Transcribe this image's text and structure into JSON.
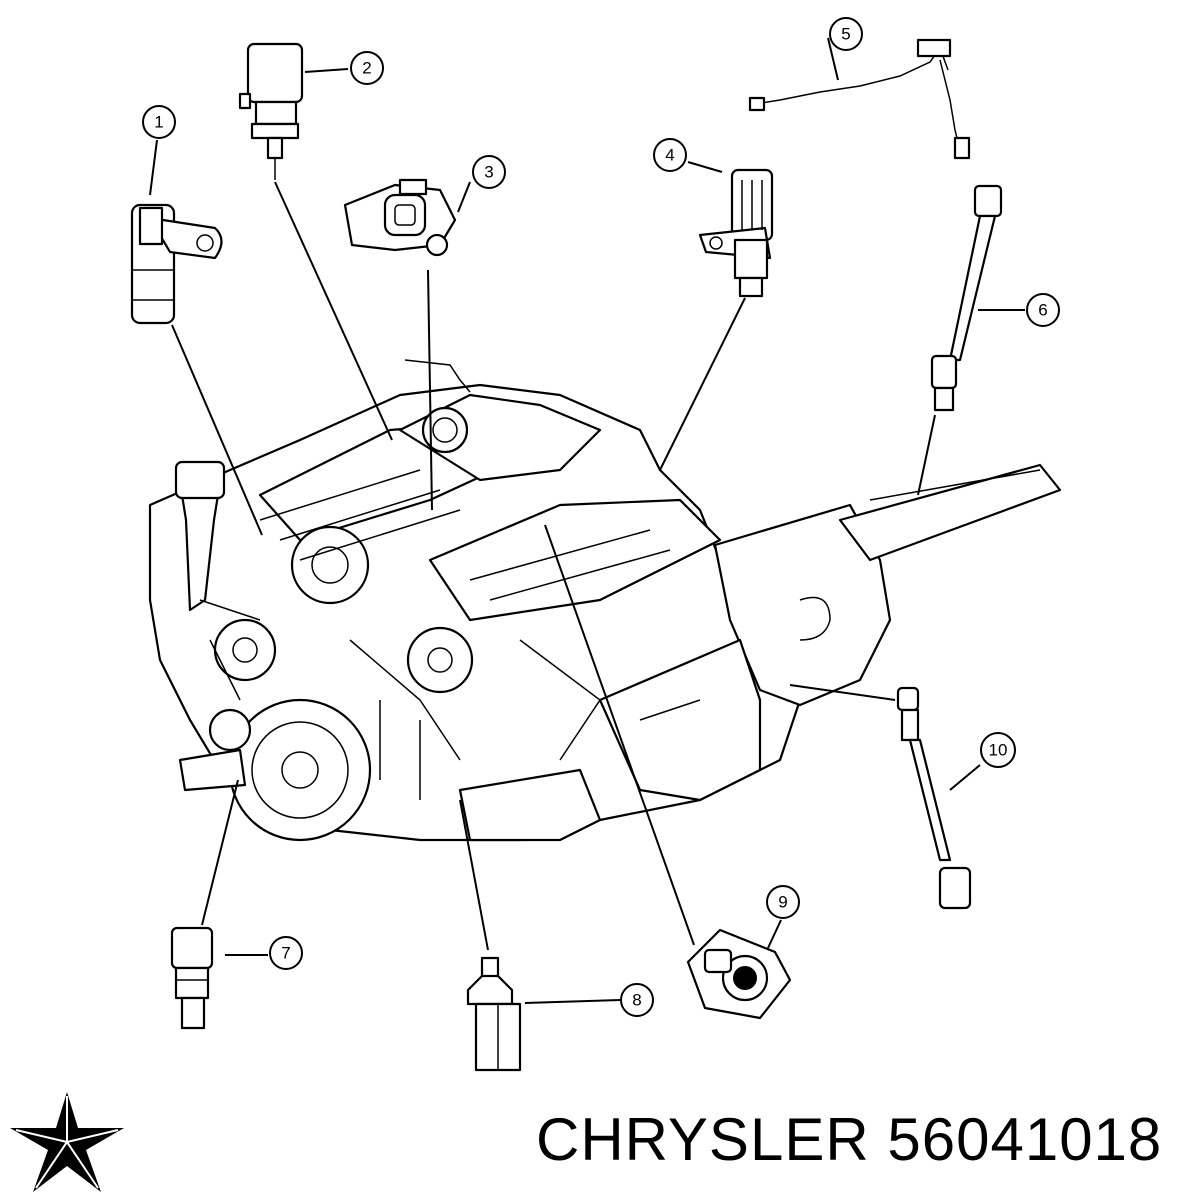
{
  "brand": {
    "name": "CHRYSLER",
    "part_number": "56041018"
  },
  "callouts": [
    "1",
    "2",
    "3",
    "4",
    "5",
    "6",
    "7",
    "8",
    "9",
    "10"
  ]
}
